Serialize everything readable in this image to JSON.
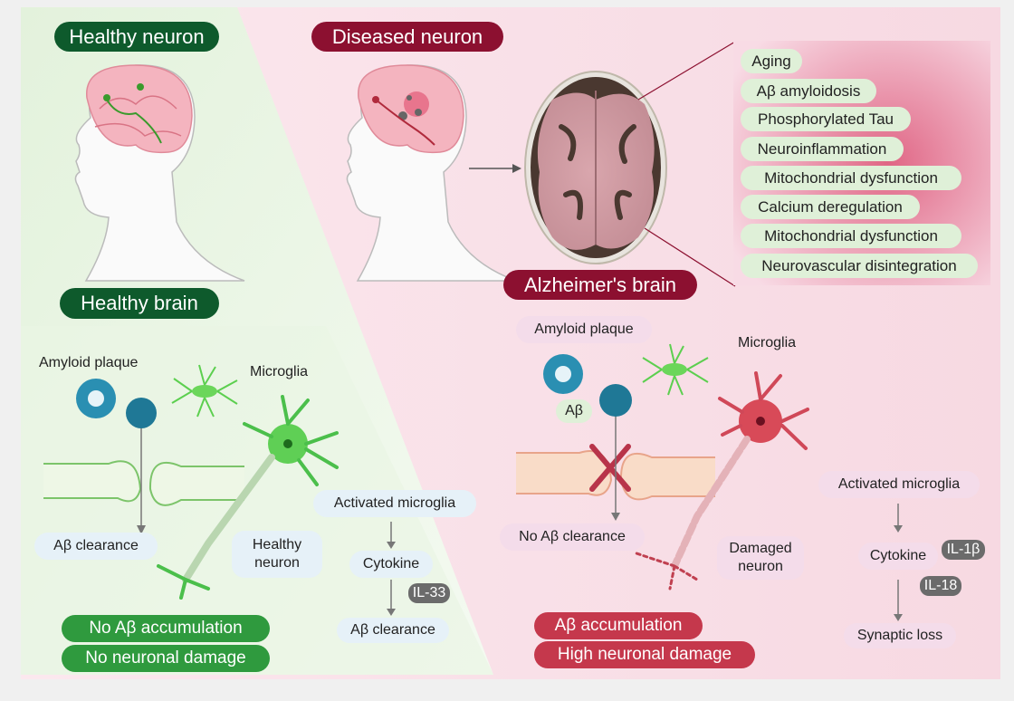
{
  "healthy": {
    "title": "Healthy neuron",
    "brain_label": "Healthy brain",
    "amyloid_label": "Amyloid plaque",
    "microglia_label": "Microglia",
    "clearance_label": "Aβ clearance",
    "neuron_label_line1": "Healthy",
    "neuron_label_line2": "neuron",
    "activated_label": "Activated microglia",
    "cytokine_label": "Cytokine",
    "il_tag": "IL-33",
    "result_clearance": "Aβ clearance",
    "outcome1": "No Aβ accumulation",
    "outcome2": "No neuronal damage"
  },
  "diseased": {
    "title": "Diseased neuron",
    "brain_label": "Alzheimer's brain",
    "factors": [
      "Aging",
      "Aβ amyloidosis",
      "Phosphorylated Tau",
      "Neuroinflammation",
      "Mitochondrial dysfunction",
      "Calcium deregulation",
      "Mitochondrial dysfunction",
      "Neurovascular disintegration"
    ],
    "amyloid_label": "Amyloid plaque",
    "abeta_label": "Aβ",
    "microglia_label": "Microglia",
    "no_clearance_label": "No Aβ clearance",
    "neuron_label_line1": "Damaged",
    "neuron_label_line2": "neuron",
    "activated_label": "Activated microglia",
    "cytokine_label": "Cytokine",
    "il_tag1": "IL-1β",
    "il_tag2": "IL-18",
    "synaptic_label": "Synaptic loss",
    "outcome1": "Aβ accumulation",
    "outcome2": "High neuronal damage"
  },
  "colors": {
    "healthy_dark": "#0e5a2c",
    "healthy_accent": "#2f9a3e",
    "disease_dark": "#8c1030",
    "disease_accent": "#c5384c"
  }
}
